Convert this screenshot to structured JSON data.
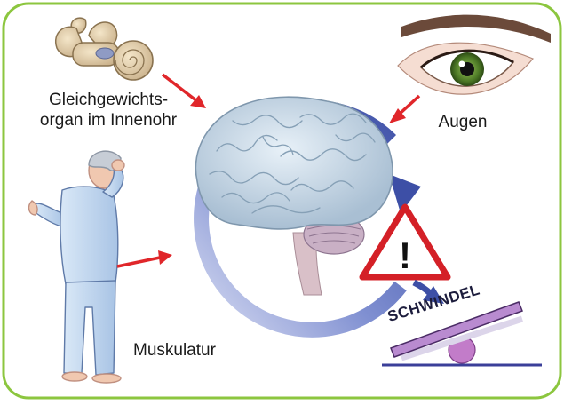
{
  "labels": {
    "ear_line1": "Gleichgewichts-",
    "ear_line2": "organ im Innenohr",
    "eyes": "Augen",
    "muscles": "Muskulatur",
    "vertigo": "SCHWINDEL",
    "warning_symbol": "!"
  },
  "colors": {
    "frame_border": "#8cc63f",
    "cycle_arrow": "#4a5fb0",
    "input_arrow": "#e0262a",
    "warning_border": "#d42027",
    "seesaw_plank": "#b98bd0",
    "fulcrum": "#c27cc9",
    "ground_line": "#3b3f99"
  },
  "icons": [
    "inner-ear-icon",
    "eye-icon",
    "person-icon",
    "brain-icon",
    "warning-icon",
    "seesaw-icon"
  ]
}
